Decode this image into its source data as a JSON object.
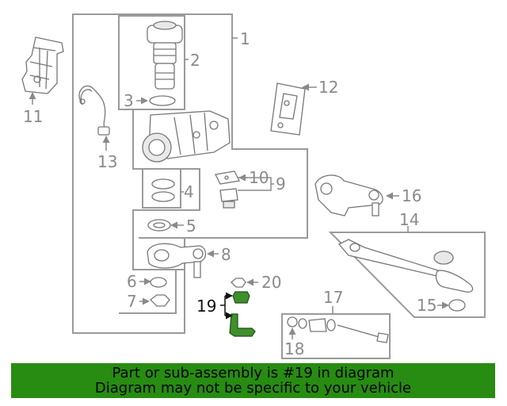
{
  "callouts": {
    "c1": "1",
    "c2": "2",
    "c3": "3",
    "c4": "4",
    "c5": "5",
    "c6": "6",
    "c7": "7",
    "c8": "8",
    "c9": "9",
    "c10": "10",
    "c11": "11",
    "c12": "12",
    "c13": "13",
    "c14": "14",
    "c15": "15",
    "c16": "16",
    "c17": "17",
    "c18": "18",
    "c19": "19",
    "c20": "20"
  },
  "highlight": {
    "part": "19",
    "color": "#3f8f2c"
  },
  "banner": {
    "line1": "Part or sub-assembly is #19 in diagram",
    "line2": "Diagram may not be specific to your vehicle",
    "color": "#278c11"
  }
}
